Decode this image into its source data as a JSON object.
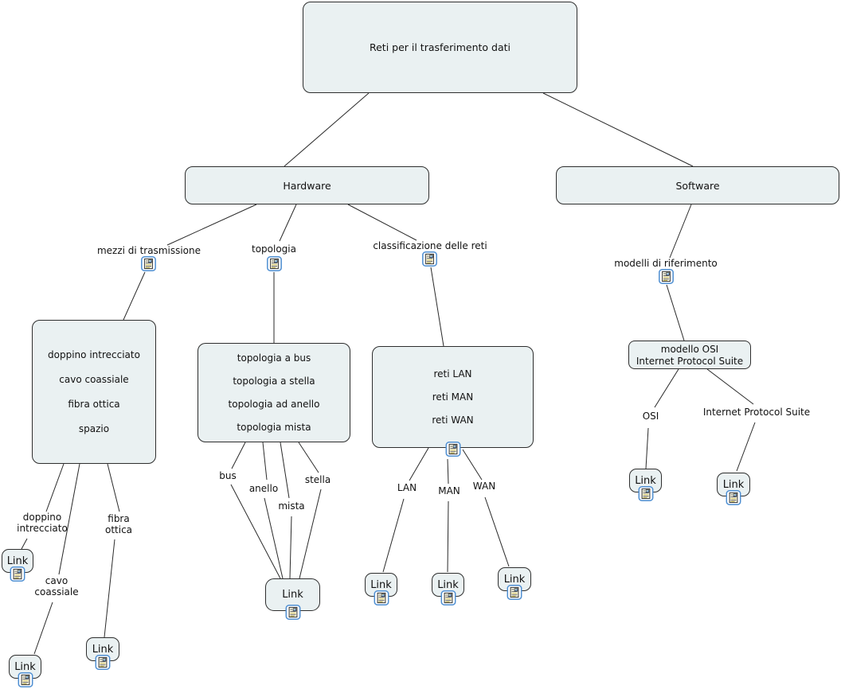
{
  "diagram_title": "Reti per il trasferimento dati",
  "style": {
    "node_fill": "#eaf1f2",
    "node_border": "#2e2e2e",
    "connector_color": "#2a2a2a",
    "text_color": "#111111",
    "icon_frame_color": "#4f8fd2"
  },
  "nodes": {
    "root": {
      "label": "Reti per il trasferimento dati"
    },
    "hardware": {
      "label": "Hardware"
    },
    "software": {
      "label": "Software"
    },
    "transmission_media": {
      "lines": [
        "doppino intrecciato",
        "cavo coassiale",
        "fibra ottica",
        "spazio"
      ]
    },
    "topologies": {
      "lines": [
        "topologia a bus",
        "topologia a stella",
        "topologia ad anello",
        "topologia mista"
      ]
    },
    "network_classes": {
      "lines": [
        "reti LAN",
        "reti MAN",
        "reti WAN"
      ]
    },
    "reference_models": {
      "lines": [
        "modello OSI",
        "Internet Protocol Suite"
      ]
    }
  },
  "edge_labels": {
    "mezzi": "mezzi di trasmissione",
    "topologia": "topologia",
    "classificazione": "classificazione delle reti",
    "modelli": "modelli di riferimento",
    "doppino": [
      "doppino",
      "intrecciato"
    ],
    "cavo": [
      "cavo",
      "coassiale"
    ],
    "fibra": [
      "fibra",
      "ottica"
    ],
    "bus": "bus",
    "anello": "anello",
    "mista": "mista",
    "stella": "stella",
    "lan": "LAN",
    "man": "MAN",
    "wan": "WAN",
    "osi": "OSI",
    "ips": "Internet Protocol Suite"
  },
  "link_node_label": "Link"
}
